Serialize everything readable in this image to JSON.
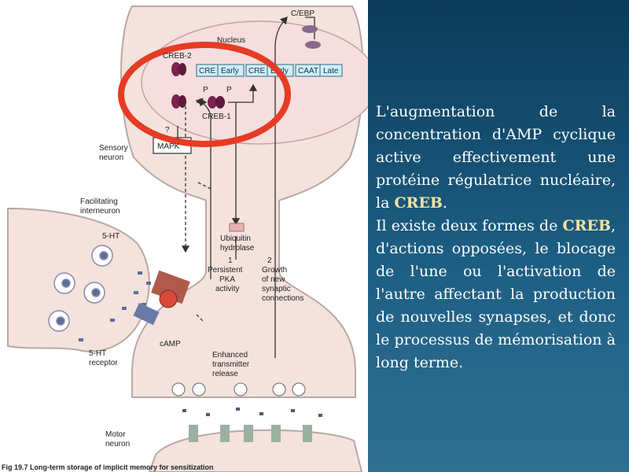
{
  "diagram": {
    "labels": {
      "cebp": "C/EBP",
      "nucleus": "Nucleus",
      "creb2": "CREB-2",
      "creb1": "CREB-1",
      "p1": "P",
      "p2": "P",
      "question": "?",
      "mapk": "MAPK",
      "sensory_line1": "Sensory",
      "sensory_line2": "neuron",
      "facilitating_line1": "Facilitating",
      "facilitating_line2": "interneuron",
      "ht_top": "5-HT",
      "ubiquitin_line1": "Ubiquitin",
      "ubiquitin_line2": "hydrolase",
      "num1": "1",
      "num2": "2",
      "persistent_line1": "Persistent",
      "persistent_line2": "PKA",
      "persistent_line3": "activity",
      "growth_line1": "Growth",
      "growth_line2": "of new",
      "growth_line3": "synaptic",
      "growth_line4": "connections",
      "camp": "cAMP",
      "enhanced_line1": "Enhanced",
      "enhanced_line2": "transmitter",
      "enhanced_line3": "release",
      "receptor_line1": "5-HT",
      "receptor_line2": "receptor",
      "motor_line1": "Motor",
      "motor_line2": "neuron",
      "caption": "Fig 19.7 Long-term storage of implicit memory for sensitization"
    },
    "gene_boxes": [
      "CRE",
      "Early",
      "CRE",
      "Early",
      "CAAT",
      "Late"
    ]
  },
  "slide": {
    "p1_text": "L'augmentation de la concentration d'AMP cyclique active effectivement une protéine régulatrice nucléaire, la ",
    "p1_highlight": "CREB",
    "p1_end": ".",
    "p2_start": "Il existe deux formes de ",
    "p2_highlight": "CREB",
    "p2_text": ", d'actions opposées, le blocage de l'une ou l'activation de l'autre affectant la production de nouvelles synapses, et donc le processus de mémorisation à long terme."
  },
  "colors": {
    "panel_bg": "#1d5e83",
    "highlight_text": "#f4e3a3",
    "circle_red": "#e63b24",
    "box_fill": "#cfeef6",
    "neuron_fill": "#f4e2dc"
  }
}
